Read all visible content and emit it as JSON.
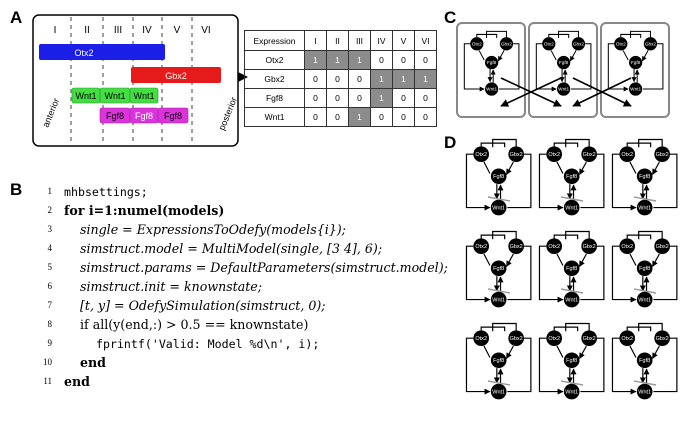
{
  "panels": {
    "a": "A",
    "b": "B",
    "c": "C",
    "d": "D"
  },
  "region_labels": [
    "I",
    "II",
    "III",
    "IV",
    "V",
    "VI"
  ],
  "genes": {
    "otx2": "Otx2",
    "gbx2": "Gbx2",
    "fgf8": "Fgf8",
    "wnt1": "Wnt1"
  },
  "axis": {
    "anterior": "anterior",
    "posterior": "posterior"
  },
  "table": {
    "header": [
      "Expression",
      "I",
      "II",
      "III",
      "IV",
      "V",
      "VI"
    ],
    "rows": [
      {
        "gene": "Otx2",
        "cells": [
          "1",
          "1",
          "1",
          "0",
          "0",
          "0"
        ]
      },
      {
        "gene": "Gbx2",
        "cells": [
          "0",
          "0",
          "0",
          "1",
          "1",
          "1"
        ]
      },
      {
        "gene": "Fgf8",
        "cells": [
          "0",
          "0",
          "0",
          "1",
          "0",
          "0"
        ]
      },
      {
        "gene": "Wnt1",
        "cells": [
          "0",
          "0",
          "1",
          "0",
          "0",
          "0"
        ]
      }
    ]
  },
  "colors": {
    "otx2_bar": "#1a1ee6",
    "gbx2_bar": "#e61a1a",
    "wnt1_bar": "#44dd44",
    "fgf8_bar": "#dd33dd",
    "cell_on": "#8c8c8c",
    "node": "#000000"
  },
  "code": {
    "lines": [
      {
        "n": "1",
        "text": "mhbsettings;"
      },
      {
        "n": "2",
        "text": "for i=1:numel(models)"
      },
      {
        "n": "3",
        "text": "single = ExpressionsToOdefy(models{i});"
      },
      {
        "n": "4",
        "text": "simstruct.model = MultiModel(single, [3 4], 6);"
      },
      {
        "n": "5",
        "text": "simstruct.params = DefaultParameters(simstruct.model);"
      },
      {
        "n": "6",
        "text": "simstruct.init = knownstate;"
      },
      {
        "n": "7",
        "text": "[t, y] = OdefySimulation(simstruct, 0);"
      },
      {
        "n": "8",
        "text": "if all(y(end,:) > 0.5 == knownstate)"
      },
      {
        "n": "9",
        "text": "fprintf('Valid: Model %d\\n', i);"
      },
      {
        "n": "10",
        "text": "end"
      },
      {
        "n": "11",
        "text": "end"
      }
    ]
  }
}
